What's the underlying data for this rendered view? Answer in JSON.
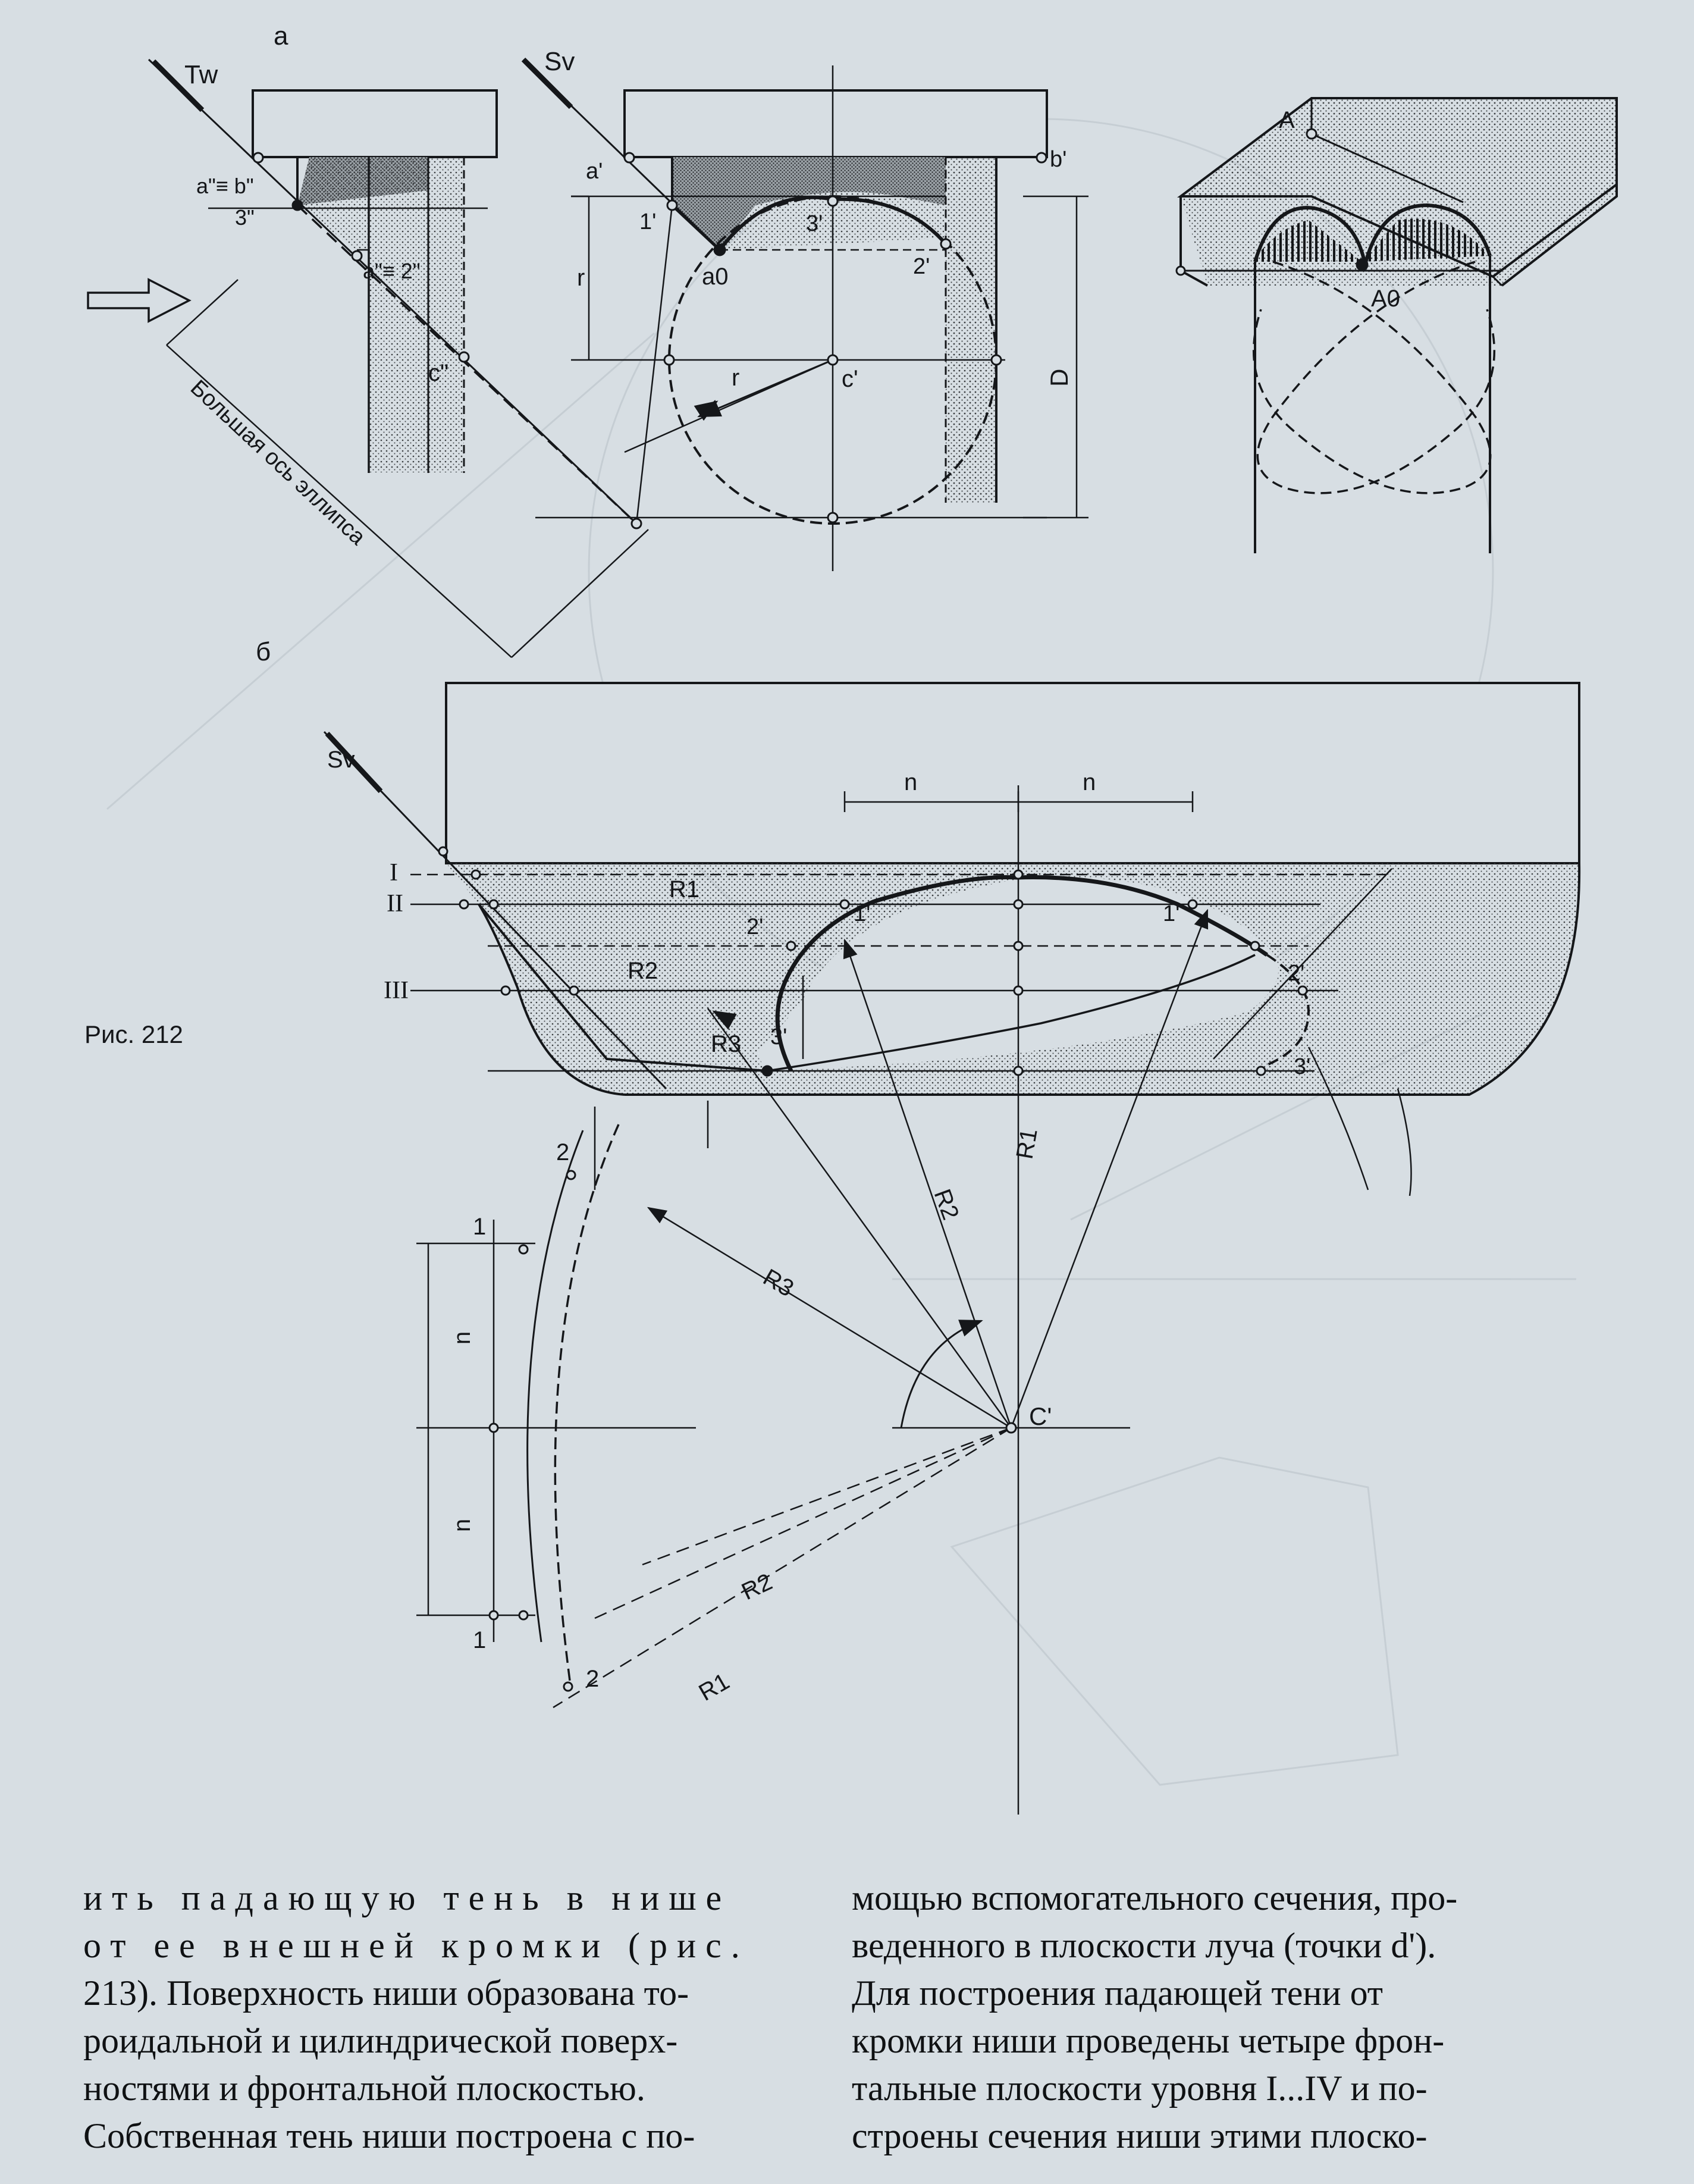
{
  "figure": {
    "caption": "Рис. 212",
    "labels": {
      "a": "а",
      "b": "б",
      "tw": "Tw",
      "sv1": "Sv",
      "sv2": "Sv",
      "a2eqb2": "a\"≡ b\"",
      "p3pp": "3\"",
      "a2eq2": "a\"≡ 2\"",
      "c2": "c\"",
      "major_axis": "Большая ось эллипса",
      "a1": "a'",
      "b1": "b'",
      "p1p": "1'",
      "p3p": "3'",
      "p2p": "2'",
      "a0": "a0",
      "c1": "c'",
      "r_dim": "r",
      "r_radius": "r",
      "D": "D",
      "A": "A",
      "A0": "A0",
      "n_left": "n",
      "n_right": "n",
      "lvl1": "I",
      "lvl2": "II",
      "lvl3": "III",
      "R1_top": "R1",
      "R2_top": "R2",
      "R3_top": "R3",
      "c_pt": "C'",
      "R1_mid": "R1",
      "R2_mid": "R2",
      "R3_mid": "R3",
      "R2_low": "R2",
      "R1_low": "R1",
      "s1p_left": "1'",
      "s2p_left": "2'",
      "s3p_left": "3'",
      "s1p_right": "1'",
      "s2p_right": "2'",
      "s3p_right": "3'",
      "arc_1": "1",
      "arc_2": "2",
      "arc_1b": "1",
      "arc_2b": "2",
      "arc_n1": "n",
      "arc_n2": "n"
    }
  },
  "text": {
    "left_col": [
      "ить падающую тень в нише",
      "от ее внешней кромки (рис.",
      "213). Поверхность ниши образована то-",
      "роидальной и цилиндрической поверх-",
      "ностями и фронтальной плоскостью.",
      "Собственная тень ниши построена с по-"
    ],
    "right_col": [
      "мощью вспомогательного сечения, про-",
      "веденного в плоскости луча (точки d').",
      "Для построения падающей тени от",
      "кромки ниши проведены четыре фрон-",
      "тальные плоскости уровня I...IV и по-",
      "строены сечения ниши этими плоско-"
    ]
  }
}
